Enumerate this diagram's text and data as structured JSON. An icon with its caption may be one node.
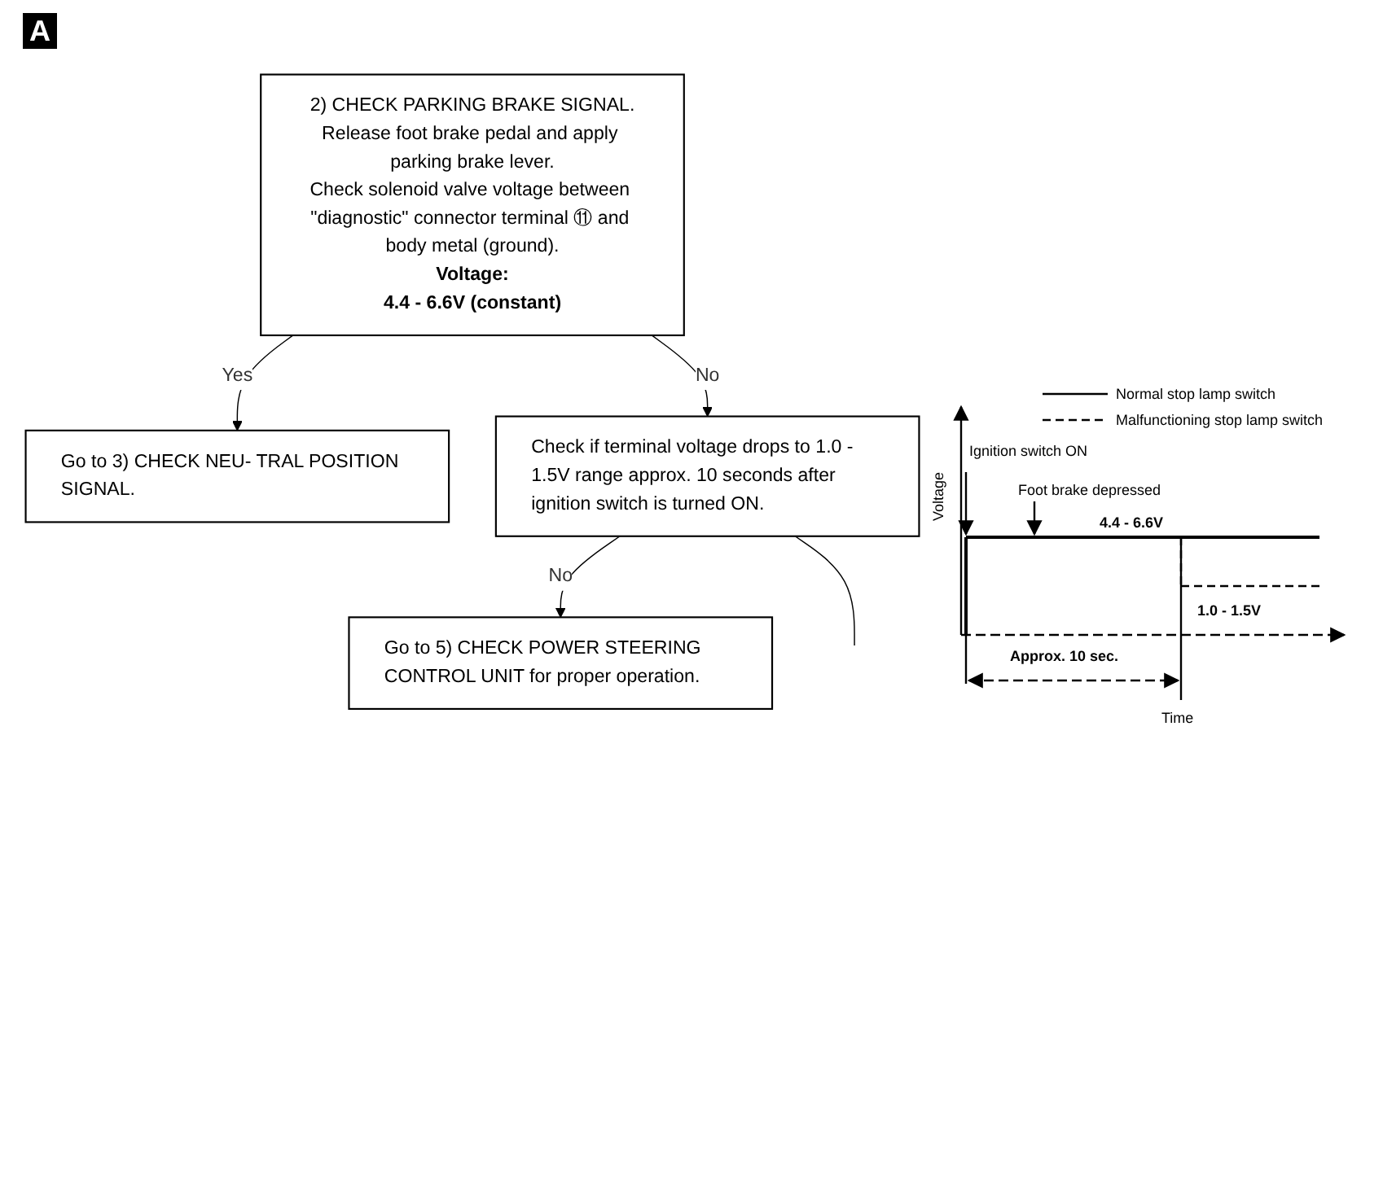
{
  "diagram": {
    "title": "A",
    "nodes": [
      {
        "text": [
          "2) CHECK PARKING BRAKE SIGNAL.",
          "Release foot brake pedal and apply parking brake lever.",
          "Check solenoid valve voltage between \"diagnostic\" connector terminal ⑪ and body metal (ground).",
          "Voltage:",
          "4.4 - 6.6V (constant)"
        ]
      },
      {
        "text": [
          "Go to 3) CHECK NEU- TRAL POSITION SIGNAL."
        ]
      },
      {
        "text": [
          "Check if terminal voltage drops to 1.0 - 1.5V range approx. 10 seconds after ignition switch is turned ON."
        ]
      },
      {
        "text": [
          "Go to 5) CHECK POWER STEERING CONTROL UNIT for proper operation."
        ]
      }
    ],
    "edges": [
      {
        "from": 0,
        "to": 1,
        "arrow": "to",
        "label": "Yes"
      },
      {
        "from": 0,
        "to": 2,
        "arrow": "to",
        "label": "No"
      },
      {
        "from": 2,
        "to": 3,
        "arrow": "to",
        "label": "No"
      },
      {
        "from": 2,
        "to": null,
        "arrow": "none"
      }
    ],
    "labels": [
      "Normal stop lamp switch",
      "Malfunctioning stop lamp switch",
      "Ignition switch ON",
      "Foot brake depressed",
      "Voltage",
      "4.4 - 6.6V",
      "1.0 - 1.5V",
      "Approx. 10 sec.",
      "Time"
    ]
  }
}
